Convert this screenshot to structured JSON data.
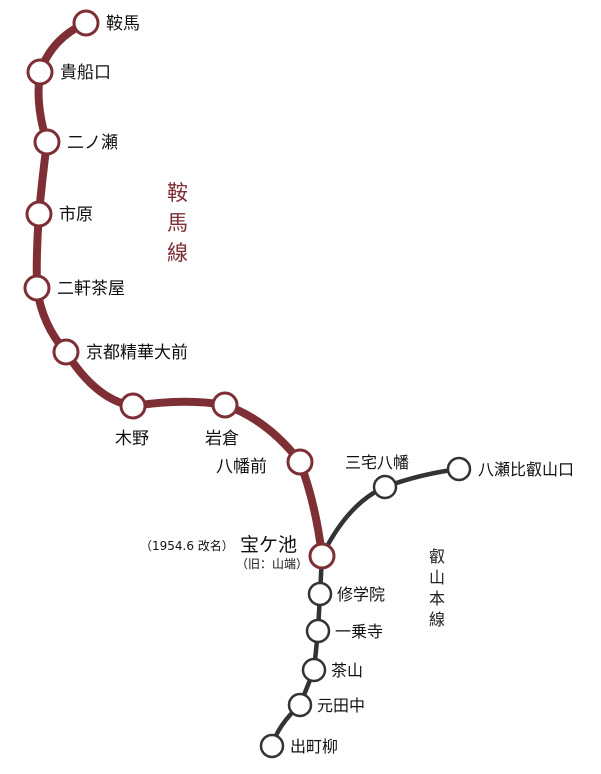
{
  "colors": {
    "kurama_line": "#7d2f35",
    "eizan_line": "#333333",
    "station_fill": "#ffffff",
    "kurama_label": "#7d2f35",
    "eizan_label": "#222222"
  },
  "lines": {
    "kurama": {
      "name_chars": [
        "鞍",
        "馬",
        "線"
      ]
    },
    "eizan": {
      "name_chars": [
        "叡",
        "山",
        "本",
        "線"
      ]
    }
  },
  "stations": {
    "kurama": "鞍馬",
    "kibuneguchi": "貴船口",
    "ninose": "二ノ瀬",
    "ichihara": "市原",
    "nikenchaya": "二軒茶屋",
    "kyoto_seika_mae": "京都精華大前",
    "kino": "木野",
    "iwakura": "岩倉",
    "hachiman_mae": "八幡前",
    "takaragaike": "宝ケ池",
    "takaragaike_note": "（1954.6 改名）",
    "takaragaike_old": "（旧：山端）",
    "miyake_hachiman": "三宅八幡",
    "yase_hieizanguchi": "八瀬比叡山口",
    "shugakuin": "修学院",
    "ichijoji": "一乗寺",
    "chayama": "茶山",
    "mototanaka": "元田中",
    "demachiyanagi": "出町柳"
  }
}
